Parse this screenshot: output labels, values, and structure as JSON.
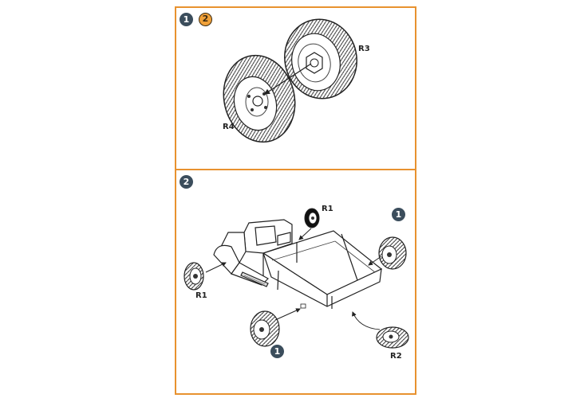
{
  "steps": {
    "top": {
      "step_badges": [
        "1",
        "2"
      ],
      "labels": {
        "r3": "R3",
        "r4": "R4"
      }
    },
    "bottom": {
      "step_badge": "2",
      "labels": {
        "r1_top": "R1",
        "r1_left": "R1",
        "r2": "R2"
      },
      "ref_badges": {
        "right": "1",
        "bottom": "1"
      }
    }
  },
  "colors": {
    "frame": "#e8922f",
    "badge_dark": "#3b4d5c",
    "badge_highlight": "#f0a13a"
  }
}
